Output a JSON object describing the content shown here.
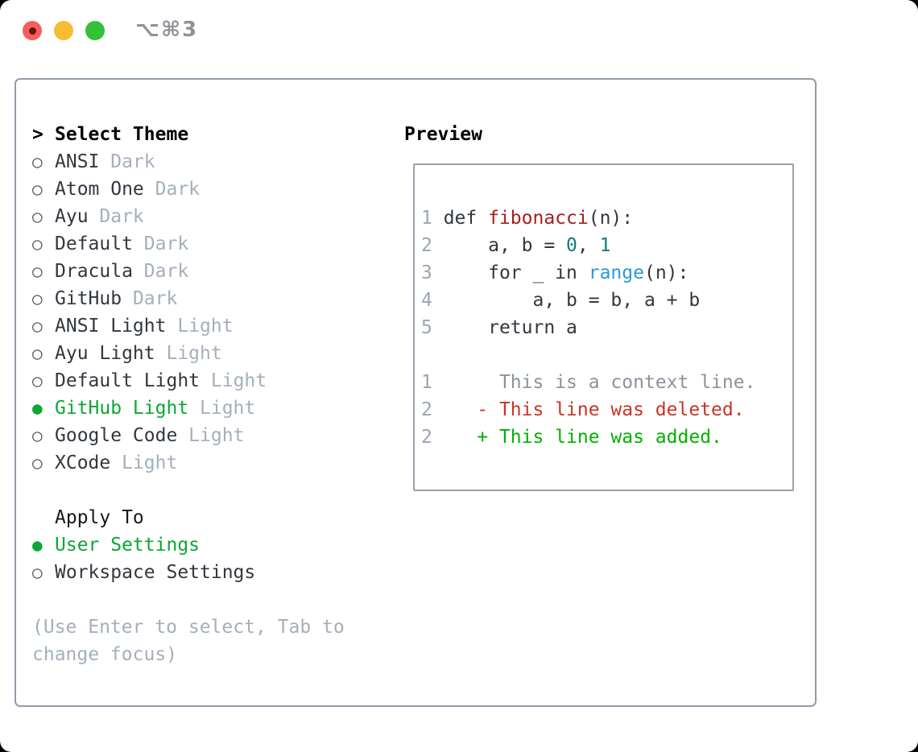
{
  "window": {
    "title": "⌥⌘3",
    "traffic_lights": [
      {
        "name": "close",
        "color": "#f2605a"
      },
      {
        "name": "minimize",
        "color": "#f8bd34"
      },
      {
        "name": "zoom",
        "color": "#33c13a"
      }
    ]
  },
  "colors": {
    "text_dark": "#32383f",
    "muted_gray": "#a5afbb",
    "green": "#0ca733",
    "added_green": "#00b100",
    "deleted_red": "#cc3326",
    "context_gray": "#8b939c",
    "lineno_gray": "#9aa6b3",
    "func_red": "#a61f1f",
    "num_teal": "#0f7b7f",
    "builtin_blue": "#2b99d4",
    "border_gray": "#929ca7"
  },
  "theme_panel": {
    "markers": {
      "unselected": "○",
      "selected": "●",
      "header": ">"
    },
    "select_header": {
      "marker": ">",
      "label": "Select Theme"
    },
    "themes": [
      {
        "name": "ANSI",
        "variant": "Dark",
        "selected": false
      },
      {
        "name": "Atom One",
        "variant": "Dark",
        "selected": false
      },
      {
        "name": "Ayu",
        "variant": "Dark",
        "selected": false
      },
      {
        "name": "Default",
        "variant": "Dark",
        "selected": false
      },
      {
        "name": "Dracula",
        "variant": "Dark",
        "selected": false
      },
      {
        "name": "GitHub",
        "variant": "Dark",
        "selected": false
      },
      {
        "name": "ANSI Light",
        "variant": "Light",
        "selected": false
      },
      {
        "name": "Ayu Light",
        "variant": "Light",
        "selected": false
      },
      {
        "name": "Default Light",
        "variant": "Light",
        "selected": false
      },
      {
        "name": "GitHub Light",
        "variant": "Light",
        "selected": true
      },
      {
        "name": "Google Code",
        "variant": "Light",
        "selected": false
      },
      {
        "name": "XCode",
        "variant": "Light",
        "selected": false
      }
    ],
    "apply_to": {
      "label": "Apply To",
      "options": [
        {
          "name": "User Settings",
          "selected": true
        },
        {
          "name": "Workspace Settings",
          "selected": false
        }
      ]
    },
    "hint": "(Use Enter to select, Tab to change focus)"
  },
  "preview": {
    "header": "Preview",
    "lines": [
      {
        "segments": [
          {
            "text": "1 ",
            "style": "lineno"
          },
          {
            "text": "def ",
            "style": "plain"
          },
          {
            "text": "fibonacci",
            "style": "function"
          },
          {
            "text": "(n):",
            "style": "plain"
          }
        ]
      },
      {
        "segments": [
          {
            "text": "2 ",
            "style": "lineno"
          },
          {
            "text": "    a, b = ",
            "style": "plain"
          },
          {
            "text": "0",
            "style": "number"
          },
          {
            "text": ", ",
            "style": "plain"
          },
          {
            "text": "1",
            "style": "number"
          }
        ]
      },
      {
        "segments": [
          {
            "text": "3 ",
            "style": "lineno"
          },
          {
            "text": "    for _ in ",
            "style": "plain"
          },
          {
            "text": "range",
            "style": "builtin"
          },
          {
            "text": "(n):",
            "style": "plain"
          }
        ]
      },
      {
        "segments": [
          {
            "text": "4 ",
            "style": "lineno"
          },
          {
            "text": "        a, b = b, a + b",
            "style": "plain"
          }
        ]
      },
      {
        "segments": [
          {
            "text": "5 ",
            "style": "lineno"
          },
          {
            "text": "    return a",
            "style": "plain"
          }
        ]
      },
      {
        "segments": []
      },
      {
        "segments": [
          {
            "text": "1 ",
            "style": "lineno"
          },
          {
            "text": "     This is a context line.",
            "style": "context"
          }
        ]
      },
      {
        "segments": [
          {
            "text": "2 ",
            "style": "lineno"
          },
          {
            "text": "   - This line was deleted.",
            "style": "deleted"
          }
        ]
      },
      {
        "segments": [
          {
            "text": "2 ",
            "style": "lineno"
          },
          {
            "text": "   + This line was added.",
            "style": "added"
          }
        ]
      }
    ]
  }
}
